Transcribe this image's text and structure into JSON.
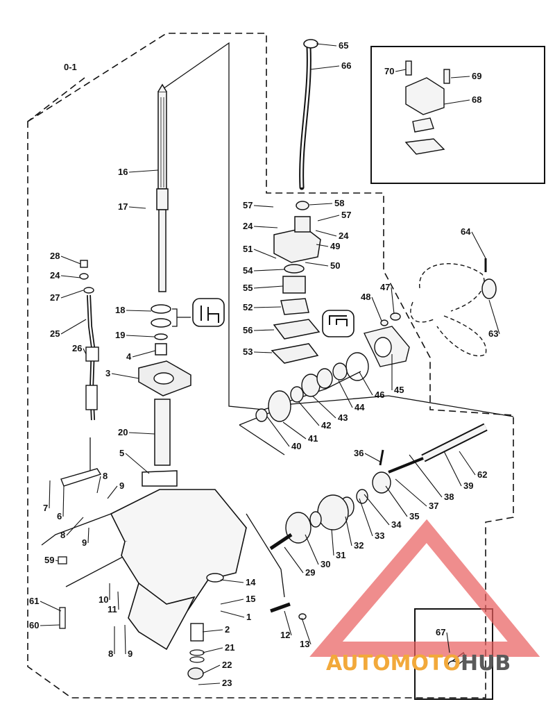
{
  "diagram": {
    "assembly_label": "0-1",
    "callouts": [
      "1",
      "2",
      "3",
      "4",
      "5",
      "6",
      "7",
      "8",
      "8",
      "8",
      "9",
      "9",
      "9",
      "10",
      "11",
      "12",
      "13",
      "14",
      "15",
      "16",
      "17",
      "18",
      "19",
      "20",
      "21",
      "22",
      "23",
      "24",
      "24",
      "24",
      "25",
      "26",
      "27",
      "28",
      "29",
      "30",
      "31",
      "32",
      "33",
      "34",
      "35",
      "36",
      "37",
      "38",
      "39",
      "40",
      "41",
      "42",
      "43",
      "44",
      "45",
      "46",
      "47",
      "48",
      "49",
      "50",
      "51",
      "52",
      "53",
      "54",
      "55",
      "56",
      "57",
      "57",
      "58",
      "59",
      "60",
      "61",
      "62",
      "63",
      "64",
      "65",
      "66",
      "67",
      "68",
      "69",
      "70"
    ]
  },
  "watermark": {
    "part1": "AUTOMOTO",
    "part2": "HUB",
    "color_red": "#e85c5c",
    "color_orange": "#f2a93b",
    "color_dark": "#5a5a5a"
  }
}
